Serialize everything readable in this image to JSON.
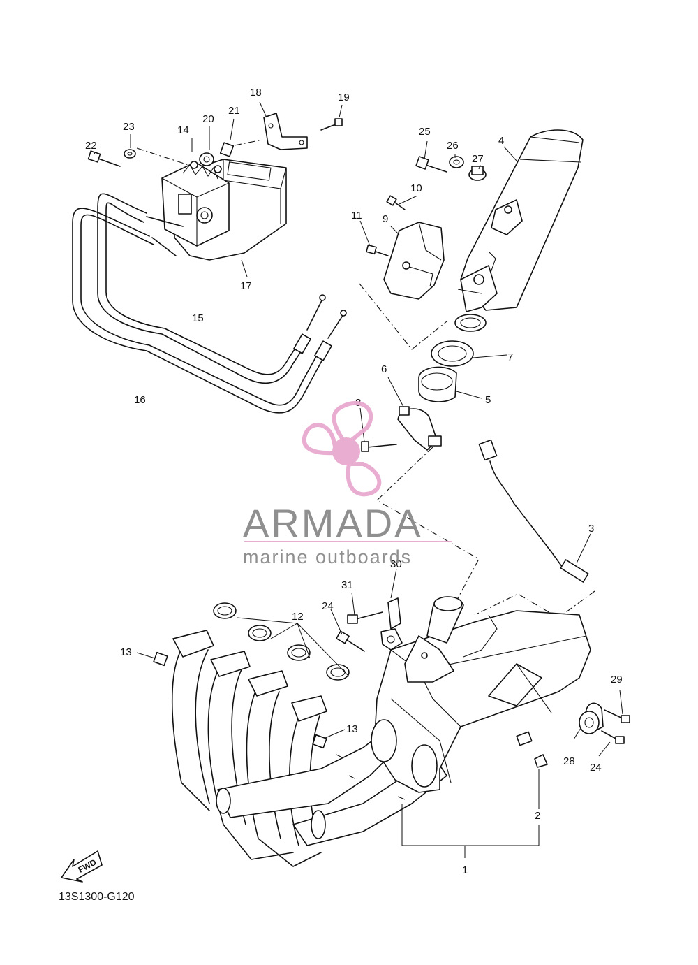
{
  "diagram": {
    "callouts": [
      "1",
      "2",
      "3",
      "4",
      "5",
      "6",
      "7",
      "8",
      "9",
      "10",
      "11",
      "12",
      "13",
      "14",
      "15",
      "16",
      "17",
      "18",
      "19",
      "20",
      "21",
      "22",
      "23",
      "24",
      "25",
      "26",
      "27",
      "28",
      "29",
      "30",
      "31"
    ],
    "fwd_label": "FWD",
    "drawing_code": "13S1300-G120"
  },
  "watermark": {
    "brand": "ARMADA",
    "tagline": "marine outboards",
    "colors": {
      "logo": "#e8a9cf",
      "text": "#8a8a8a"
    }
  }
}
